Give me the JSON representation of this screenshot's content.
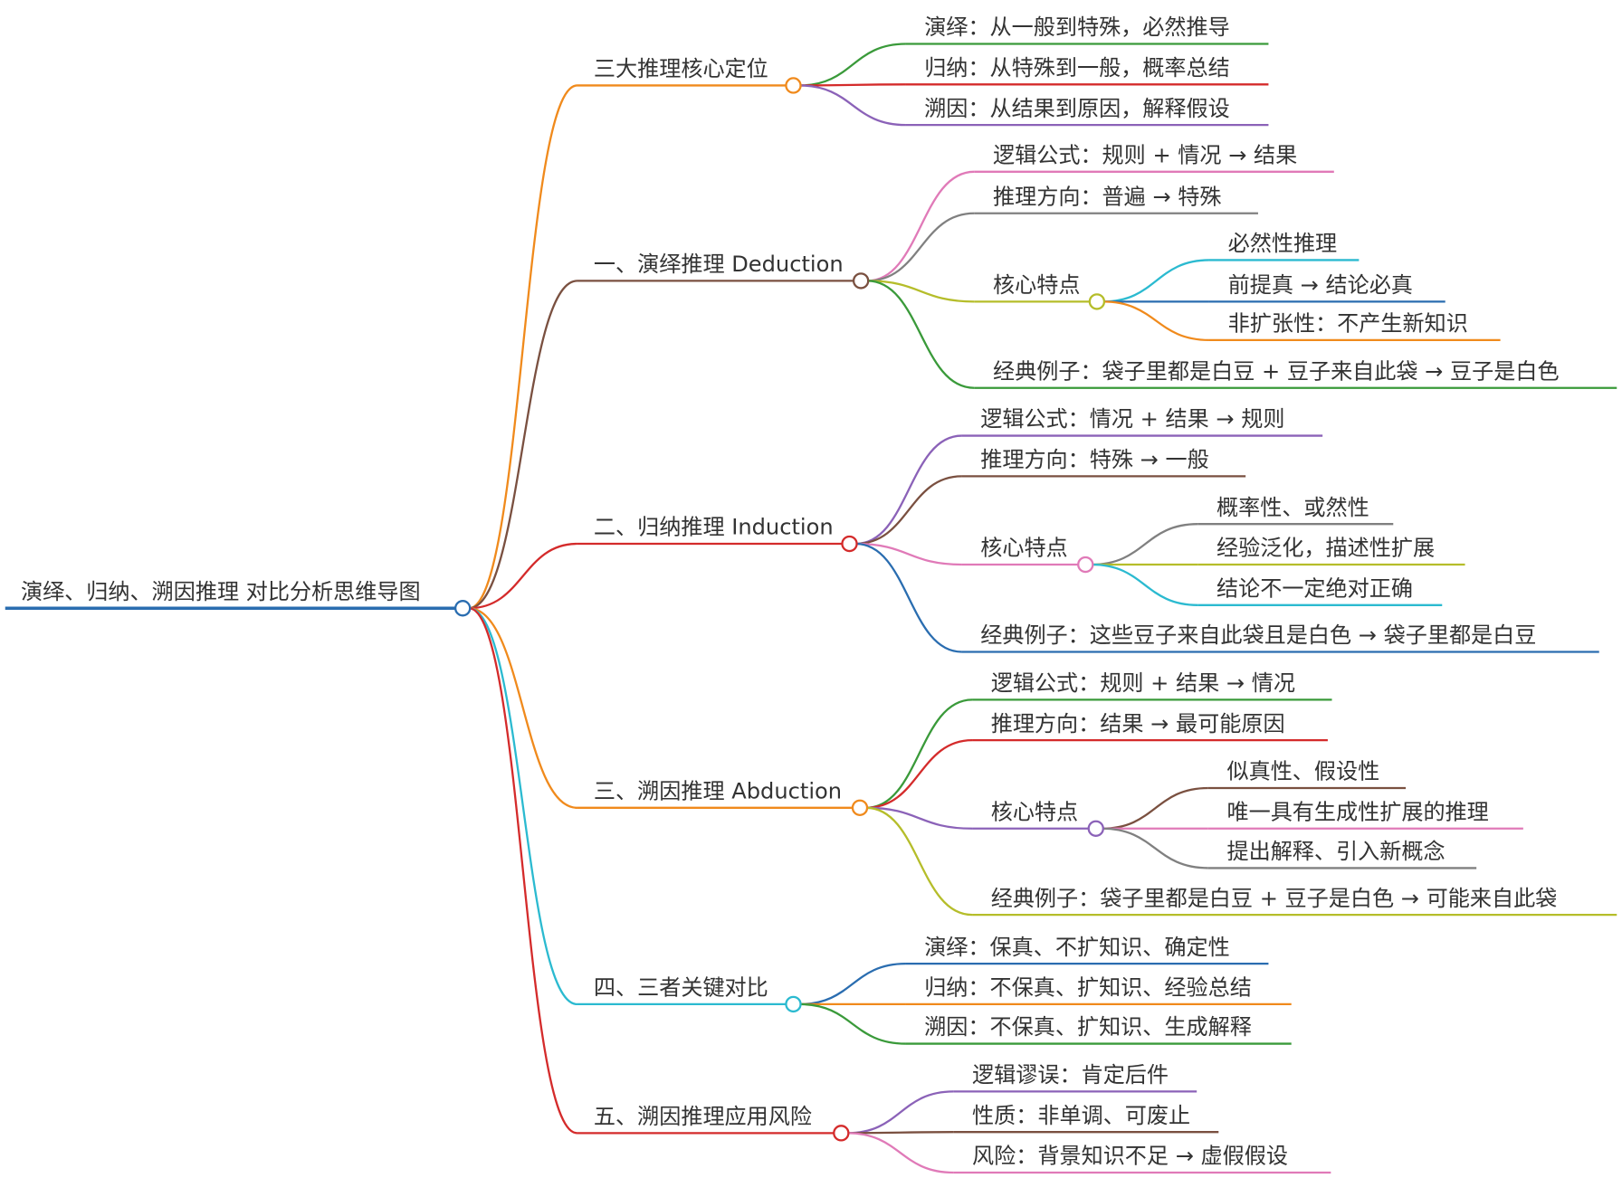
{
  "root": {
    "title": "演绎、归纳、溯因推理 对比分析思维导图",
    "color": "#2a6db0"
  },
  "branches": [
    {
      "label": "三大推理核心定位",
      "color": "#f08a1c",
      "children": [
        {
          "label": "演绎：从一般到特殊，必然推导",
          "color": "#3a9a3a"
        },
        {
          "label": "归纳：从特殊到一般，概率总结",
          "color": "#d42b2b"
        },
        {
          "label": "溯因：从结果到原因，解释假设",
          "color": "#8b62b8"
        }
      ]
    },
    {
      "label": "一、演绎推理 Deduction",
      "color": "#7a5040",
      "children": [
        {
          "label": "逻辑公式：规则 + 情况 → 结果",
          "color": "#e07ab8"
        },
        {
          "label": "推理方向：普遍 → 特殊",
          "color": "#808080"
        },
        {
          "label": "核心特点",
          "color": "#b5bd2a",
          "children": [
            {
              "label": "必然性推理",
              "color": "#2bbad0"
            },
            {
              "label": "前提真 → 结论必真",
              "color": "#2a6db0"
            },
            {
              "label": "非扩张性：不产生新知识",
              "color": "#f08a1c"
            }
          ]
        },
        {
          "label": "经典例子：袋子里都是白豆 + 豆子来自此袋 → 豆子是白色",
          "color": "#3a9a3a"
        }
      ]
    },
    {
      "label": "二、归纳推理 Induction",
      "color": "#d42b2b",
      "children": [
        {
          "label": "逻辑公式：情况 + 结果 → 规则",
          "color": "#8b62b8"
        },
        {
          "label": "推理方向：特殊 → 一般",
          "color": "#7a5040"
        },
        {
          "label": "核心特点",
          "color": "#e07ab8",
          "children": [
            {
              "label": "概率性、或然性",
              "color": "#808080"
            },
            {
              "label": "经验泛化，描述性扩展",
              "color": "#b5bd2a"
            },
            {
              "label": "结论不一定绝对正确",
              "color": "#2bbad0"
            }
          ]
        },
        {
          "label": "经典例子：这些豆子来自此袋且是白色 → 袋子里都是白豆",
          "color": "#2a6db0"
        }
      ]
    },
    {
      "label": "三、溯因推理 Abduction",
      "color": "#f08a1c",
      "children": [
        {
          "label": "逻辑公式：规则 + 结果 → 情况",
          "color": "#3a9a3a"
        },
        {
          "label": "推理方向：结果 → 最可能原因",
          "color": "#d42b2b"
        },
        {
          "label": "核心特点",
          "color": "#8b62b8",
          "children": [
            {
              "label": "似真性、假设性",
              "color": "#7a5040"
            },
            {
              "label": "唯一具有生成性扩展的推理",
              "color": "#e07ab8"
            },
            {
              "label": "提出解释、引入新概念",
              "color": "#808080"
            }
          ]
        },
        {
          "label": "经典例子：袋子里都是白豆 + 豆子是白色 → 可能来自此袋",
          "color": "#b5bd2a"
        }
      ]
    },
    {
      "label": "四、三者关键对比",
      "color": "#2bbad0",
      "children": [
        {
          "label": "演绎：保真、不扩知识、确定性",
          "color": "#2a6db0"
        },
        {
          "label": "归纳：不保真、扩知识、经验总结",
          "color": "#f08a1c"
        },
        {
          "label": "溯因：不保真、扩知识、生成解释",
          "color": "#3a9a3a"
        }
      ]
    },
    {
      "label": "五、溯因推理应用风险",
      "color": "#d42b2b",
      "children": [
        {
          "label": "逻辑谬误：肯定后件",
          "color": "#8b62b8"
        },
        {
          "label": "性质：非单调、可废止",
          "color": "#7a5040"
        },
        {
          "label": "风险：背景知识不足 → 虚假假设",
          "color": "#e07ab8"
        }
      ]
    }
  ]
}
